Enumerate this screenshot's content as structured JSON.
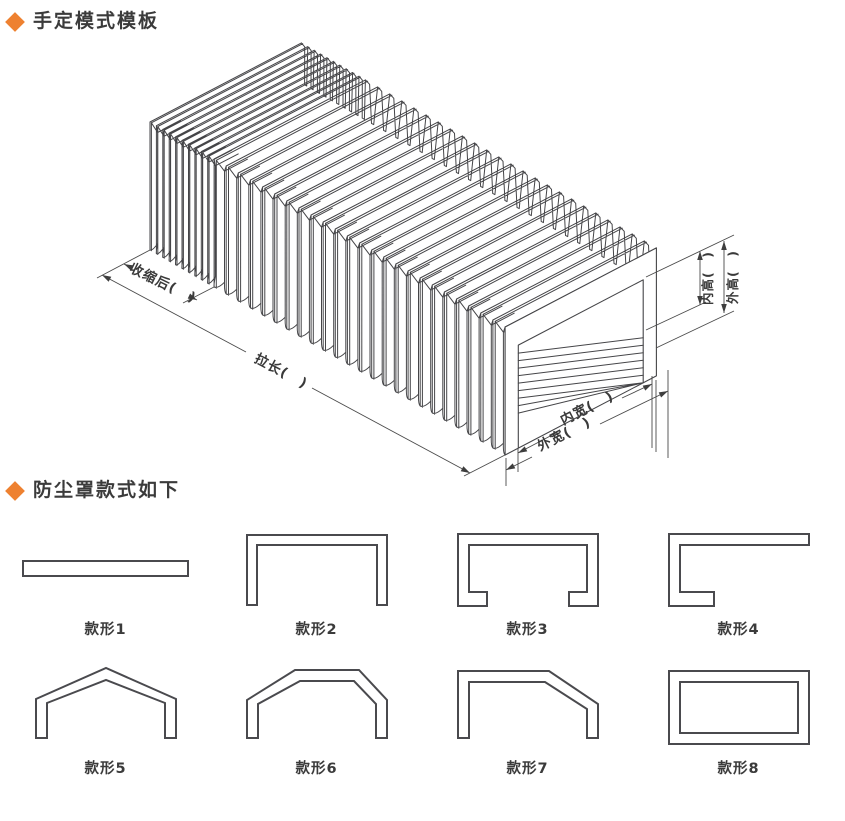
{
  "page": {
    "background": "#ffffff",
    "accent_color": "#ee8130",
    "line_color": "#454548"
  },
  "sections": {
    "template": {
      "title": "手定模式模板"
    },
    "styles": {
      "title": "防尘罩款式如下"
    }
  },
  "diagram": {
    "labels": {
      "contracted": "收缩后(　)",
      "stretched": "拉长(　)",
      "inner_width": "内宽(　)",
      "outer_width": "外宽(　)",
      "inner_height": "内高(　)",
      "outer_height": "外高(　)"
    }
  },
  "styles_grid": [
    {
      "label": "款形1"
    },
    {
      "label": "款形2"
    },
    {
      "label": "款形3"
    },
    {
      "label": "款形4"
    },
    {
      "label": "款形5"
    },
    {
      "label": "款形6"
    },
    {
      "label": "款形7"
    },
    {
      "label": "款形8"
    }
  ]
}
